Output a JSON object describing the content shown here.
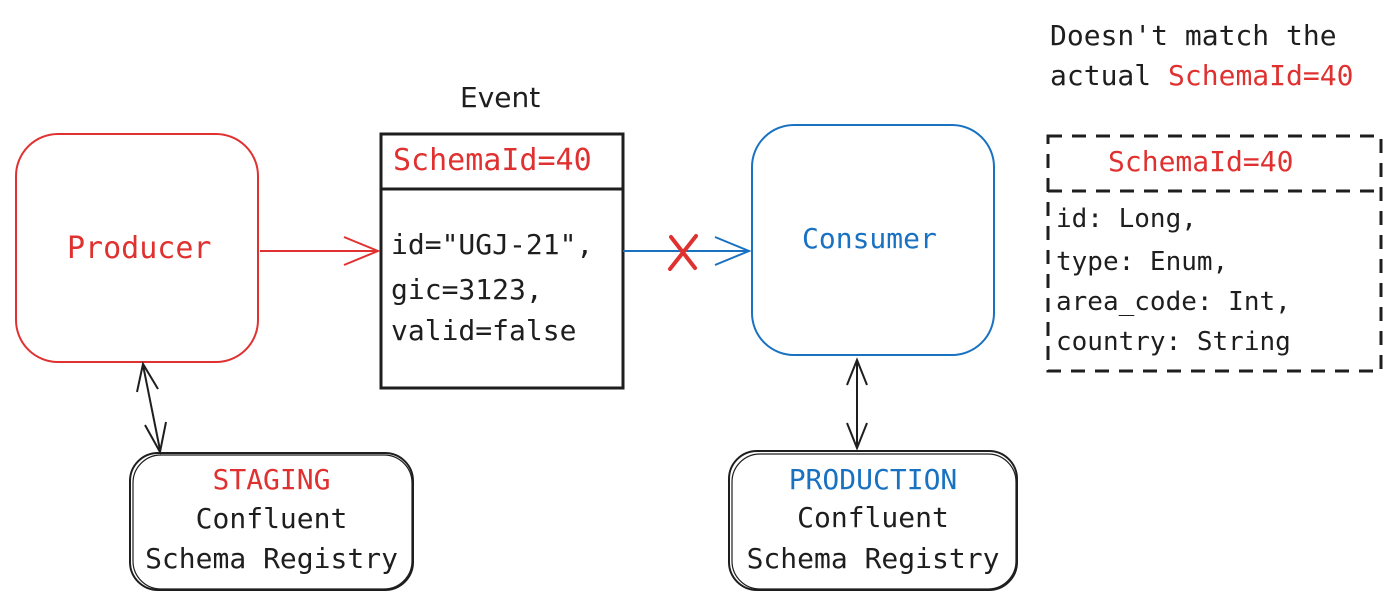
{
  "title": "Event",
  "producer": {
    "label": "Producer"
  },
  "consumer": {
    "label": "Consumer"
  },
  "event": {
    "schema_id": "SchemaId=40",
    "lines": [
      "id=\"UGJ-21\",",
      "gic=3123,",
      "valid=false"
    ]
  },
  "staging_registry": {
    "env": "STAGING",
    "line1": "Confluent",
    "line2": "Schema Registry"
  },
  "production_registry": {
    "env": "PRODUCTION",
    "line1": "Confluent",
    "line2": "Schema Registry"
  },
  "note": {
    "prefix": "Doesn't match the",
    "line2": "actual",
    "highlight": "SchemaId=40"
  },
  "schema": {
    "schema_id": "SchemaId=40",
    "fields": [
      "id: Long,",
      "type: Enum,",
      "area_code: Int,",
      "country: String"
    ]
  },
  "colors": {
    "red": "#e03131",
    "blue": "#1971c2",
    "ink": "#1e1e1e"
  }
}
